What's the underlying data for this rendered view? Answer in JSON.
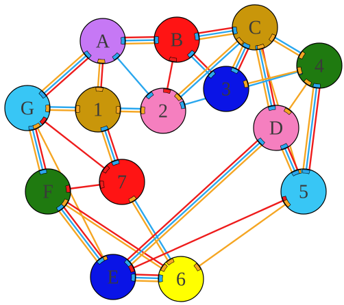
{
  "colors": {
    "red": "#ee1c1c",
    "blue": "#2aa7ee",
    "orange": "#f5a623",
    "purple": "#c678f5",
    "crimson": "#ff1414",
    "gold": "#c9960a",
    "green": "#1f7a10",
    "pink": "#f57fbf",
    "cyan": "#38c6f5",
    "navy": "#0a14e6",
    "yellow": "#ffff00"
  },
  "nodes": [
    {
      "id": "A",
      "label": "A",
      "fill": "purple"
    },
    {
      "id": "B",
      "label": "B",
      "fill": "crimson"
    },
    {
      "id": "C",
      "label": "C",
      "fill": "gold"
    },
    {
      "id": "4",
      "label": "4",
      "fill": "green"
    },
    {
      "id": "G",
      "label": "G",
      "fill": "cyan"
    },
    {
      "id": "1",
      "label": "1",
      "fill": "gold"
    },
    {
      "id": "2",
      "label": "2",
      "fill": "pink"
    },
    {
      "id": "3",
      "label": "3",
      "fill": "navy"
    },
    {
      "id": "D",
      "label": "D",
      "fill": "pink"
    },
    {
      "id": "F",
      "label": "F",
      "fill": "green"
    },
    {
      "id": "7",
      "label": "7",
      "fill": "crimson"
    },
    {
      "id": "5",
      "label": "5",
      "fill": "cyan"
    },
    {
      "id": "E",
      "label": "E",
      "fill": "navy"
    },
    {
      "id": "6",
      "label": "6",
      "fill": "yellow"
    }
  ],
  "edges": [
    {
      "from": "A",
      "to": "B",
      "colors": [
        "red",
        "blue",
        "orange"
      ]
    },
    {
      "from": "B",
      "to": "C",
      "colors": [
        "red",
        "blue",
        "orange"
      ]
    },
    {
      "from": "A",
      "to": "G",
      "colors": [
        "red",
        "blue",
        "orange"
      ]
    },
    {
      "from": "A",
      "to": "1",
      "colors": [
        "red",
        "orange"
      ]
    },
    {
      "from": "A",
      "to": "2",
      "colors": [
        "blue"
      ]
    },
    {
      "from": "G",
      "to": "1",
      "colors": [
        "blue",
        "orange"
      ]
    },
    {
      "from": "1",
      "to": "2",
      "colors": [
        "blue",
        "orange"
      ]
    },
    {
      "from": "B",
      "to": "2",
      "colors": [
        "red"
      ]
    },
    {
      "from": "B",
      "to": "3",
      "colors": [
        "red",
        "blue"
      ]
    },
    {
      "from": "C",
      "to": "3",
      "colors": [
        "red",
        "blue",
        "orange"
      ]
    },
    {
      "from": "C",
      "to": "2",
      "colors": [
        "blue",
        "orange"
      ]
    },
    {
      "from": "C",
      "to": "4",
      "colors": [
        "blue",
        "orange"
      ]
    },
    {
      "from": "C",
      "to": "D",
      "colors": [
        "red",
        "blue",
        "orange"
      ]
    },
    {
      "from": "C",
      "to": "5",
      "colors": [
        "orange"
      ]
    },
    {
      "from": "2",
      "to": "4",
      "colors": [
        "blue"
      ]
    },
    {
      "from": "3",
      "to": "4",
      "colors": [
        "orange"
      ]
    },
    {
      "from": "4",
      "to": "D",
      "colors": [
        "orange"
      ]
    },
    {
      "from": "4",
      "to": "5",
      "colors": [
        "red",
        "blue",
        "orange"
      ]
    },
    {
      "from": "D",
      "to": "5",
      "colors": [
        "red",
        "blue",
        "orange"
      ]
    },
    {
      "from": "G",
      "to": "F",
      "colors": [
        "red",
        "blue",
        "orange"
      ]
    },
    {
      "from": "G",
      "to": "7",
      "colors": [
        "red"
      ]
    },
    {
      "from": "G",
      "to": "E",
      "colors": [
        "orange"
      ]
    },
    {
      "from": "1",
      "to": "7",
      "colors": [
        "red",
        "blue",
        "orange"
      ]
    },
    {
      "from": "F",
      "to": "7",
      "colors": [
        "red"
      ]
    },
    {
      "from": "F",
      "to": "E",
      "colors": [
        "red",
        "blue",
        "orange"
      ]
    },
    {
      "from": "F",
      "to": "6",
      "colors": [
        "red",
        "orange"
      ]
    },
    {
      "from": "7",
      "to": "6",
      "colors": [
        "blue",
        "orange"
      ]
    },
    {
      "from": "E",
      "to": "D",
      "colors": [
        "red",
        "blue",
        "orange"
      ]
    },
    {
      "from": "E",
      "to": "5",
      "colors": [
        "red"
      ]
    },
    {
      "from": "E",
      "to": "6",
      "colors": [
        "red",
        "blue",
        "orange"
      ]
    },
    {
      "from": "6",
      "to": "5",
      "colors": [
        "orange"
      ]
    }
  ]
}
